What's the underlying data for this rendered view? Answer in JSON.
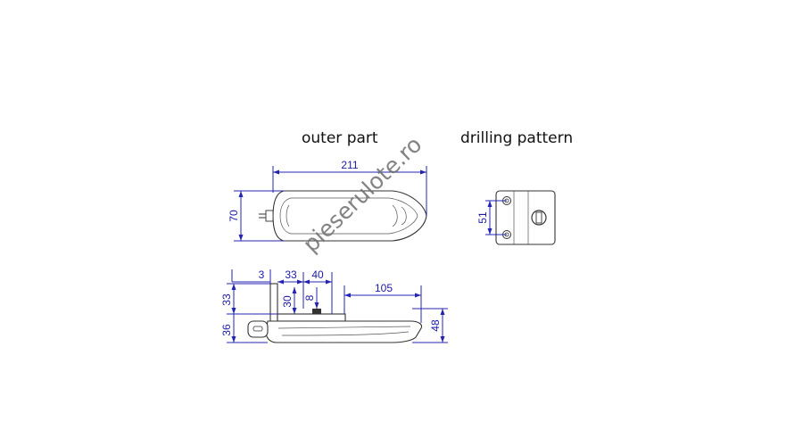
{
  "titles": {
    "outer_part": "outer part",
    "drilling_pattern": "drilling pattern"
  },
  "watermark": "pieserulote.ro",
  "dimensions": {
    "top_view_length": "211",
    "top_view_height": "70",
    "drill_spacing": "51",
    "side_3": "3",
    "side_33_top": "33",
    "side_40": "40",
    "side_105": "105",
    "side_30": "30",
    "side_8": "8",
    "side_33_left": "33",
    "side_36": "36",
    "side_48": "48"
  },
  "colors": {
    "dimension_line": "#2424b0",
    "outline": "#333333"
  }
}
